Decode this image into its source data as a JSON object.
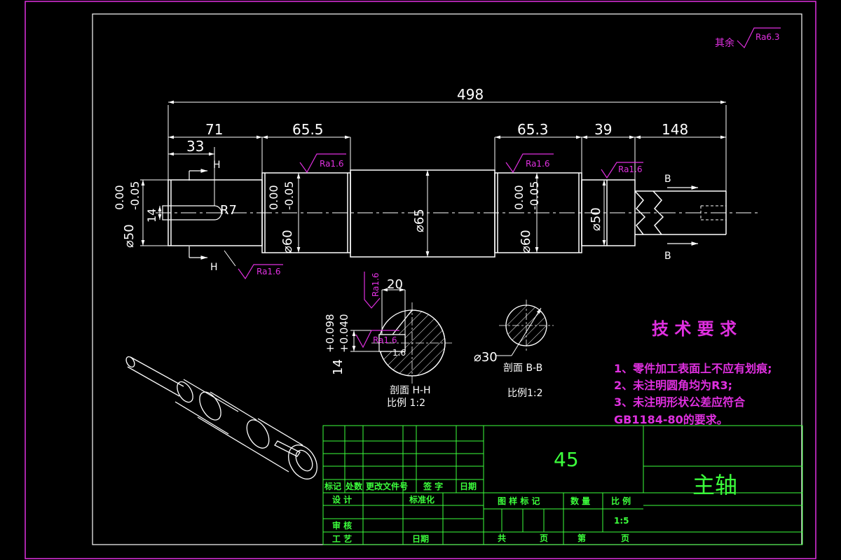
{
  "roughness_default": {
    "prefix": "其余",
    "value": "Ra6.3"
  },
  "dimensions": {
    "total_length": "498",
    "len_71": "71",
    "len_65_5": "65.5",
    "len_65_3": "65.3",
    "len_39": "39",
    "len_148": "148",
    "len_33": "33",
    "key_width": "14",
    "key_radius": "R7",
    "dia_left": "⌀50",
    "tol_left_upper": "0.00",
    "tol_left_lower": "-0.05",
    "dia_bearing_left": "⌀60",
    "tol_bl_upper": "0.00",
    "tol_bl_lower": "-0.05",
    "dia_center": "⌀65",
    "dia_bearing_right": "⌀60",
    "tol_br_upper": "0.00",
    "tol_br_lower": "-0.05",
    "dia_right": "⌀50",
    "section_key_width": "20",
    "section_depth": "14",
    "section_tol_upper": "+0.098",
    "section_tol_lower": "+0.040",
    "section_bb_dia": "⌀30"
  },
  "roughness_marks": {
    "r1": "Ra1.6",
    "r2": "Ra1.6",
    "r3": "Ra1.6",
    "r4": "Ra1.6",
    "r5": "Ra1.6",
    "r6": "Ra1.6",
    "r7": "Ra1.6",
    "r7_val": "1.6"
  },
  "section_labels": {
    "h": "H",
    "b": "B",
    "hh_title": "剖面 H-H",
    "hh_scale": "比例 1:2",
    "bb_title": "剖面 B-B",
    "bb_scale": "比例1:2"
  },
  "tech_req": {
    "title": "技 术 要 求",
    "items": [
      "1、零件加工表面上不应有划痕;",
      "2、未注明圆角均为R3;",
      "3、未注明形状公差应符合",
      "GB1184-80的要求。"
    ]
  },
  "title_block": {
    "material": "45",
    "part_name": "主轴",
    "row_labels": [
      "标记",
      "处数",
      "更改文件号",
      "签 字",
      "日期"
    ],
    "design": "设 计",
    "standardize": "标准化",
    "review": "审 核",
    "process": "工 艺",
    "date": "日期",
    "drawing_mark": "图 样 标 记",
    "quantity": "数 量",
    "scale_label": "比 例",
    "scale": "1:5",
    "total": "共",
    "sheet": "页",
    "number": "第",
    "page": "页"
  },
  "colors": {
    "outline": "#ffffff",
    "dimension": "#ffffff",
    "annotation": "#e030e0",
    "table": "#3cff3c",
    "frame": "#e030e0"
  }
}
